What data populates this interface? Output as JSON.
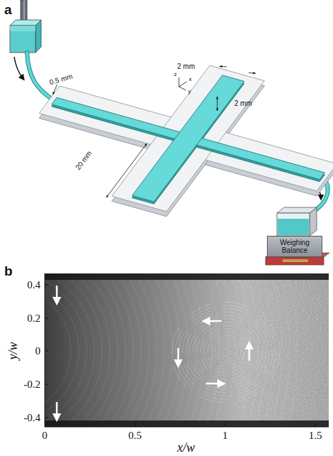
{
  "diagram": {
    "nodes": [
      {
        "text": [
          "Weighing Balance"
        ]
      }
    ],
    "labels": [
      "a",
      "0.5 mm",
      "2 mm",
      "2 mm",
      "20 mm",
      "z",
      "y",
      "x",
      "b",
      "0.4",
      "0.2",
      "0",
      "-0.2",
      "-0.4",
      "0",
      "0.5",
      "1",
      "1.5",
      "y/w",
      "x/w"
    ]
  }
}
